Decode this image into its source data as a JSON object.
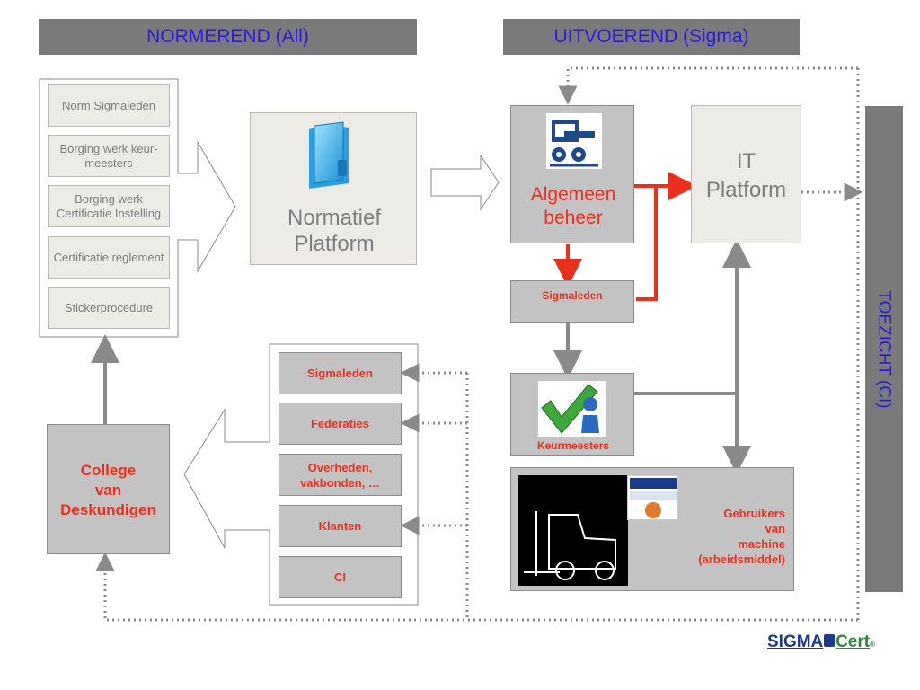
{
  "headers": {
    "normerend": "NORMEREND (All)",
    "uitvoerend": "UITVOEREND (Sigma)"
  },
  "toezicht": "TOEZICHT (CI)",
  "norm_items": [
    "Norm Sigmaleden",
    "Borging werk keur-meesters",
    "Borging werk Certificatie Instelling",
    "Certificatie reglement",
    "Stickerprocedure"
  ],
  "normatief": {
    "line1": "Normatief",
    "line2": "Platform"
  },
  "algemeen": {
    "line1": "Algemeen",
    "line2": "beheer"
  },
  "it_platform": {
    "line1": "IT",
    "line2": "Platform"
  },
  "sigmaleden": "Sigmaleden",
  "keurmeesters": "Keurmeesters",
  "gebruikers": {
    "line1": "Gebruikers",
    "line2": "van",
    "line3": "machine",
    "line4": "(arbeidsmiddel)"
  },
  "college": {
    "line1": "College",
    "line2": "van",
    "line3": "Deskundigen"
  },
  "right_items": [
    "Sigmaleden",
    "Federaties",
    "Overheden, vakbonden, …",
    "Klanten",
    "CI"
  ],
  "logo": {
    "left": "SIGMA",
    "right": "Cert",
    "mark": "®"
  },
  "colors": {
    "header_bg": "#7a7a7a",
    "header_text": "#2b1be0",
    "red": "#e8301c",
    "box_gray": "#c3c3c3",
    "light_box": "#ecebe5"
  }
}
